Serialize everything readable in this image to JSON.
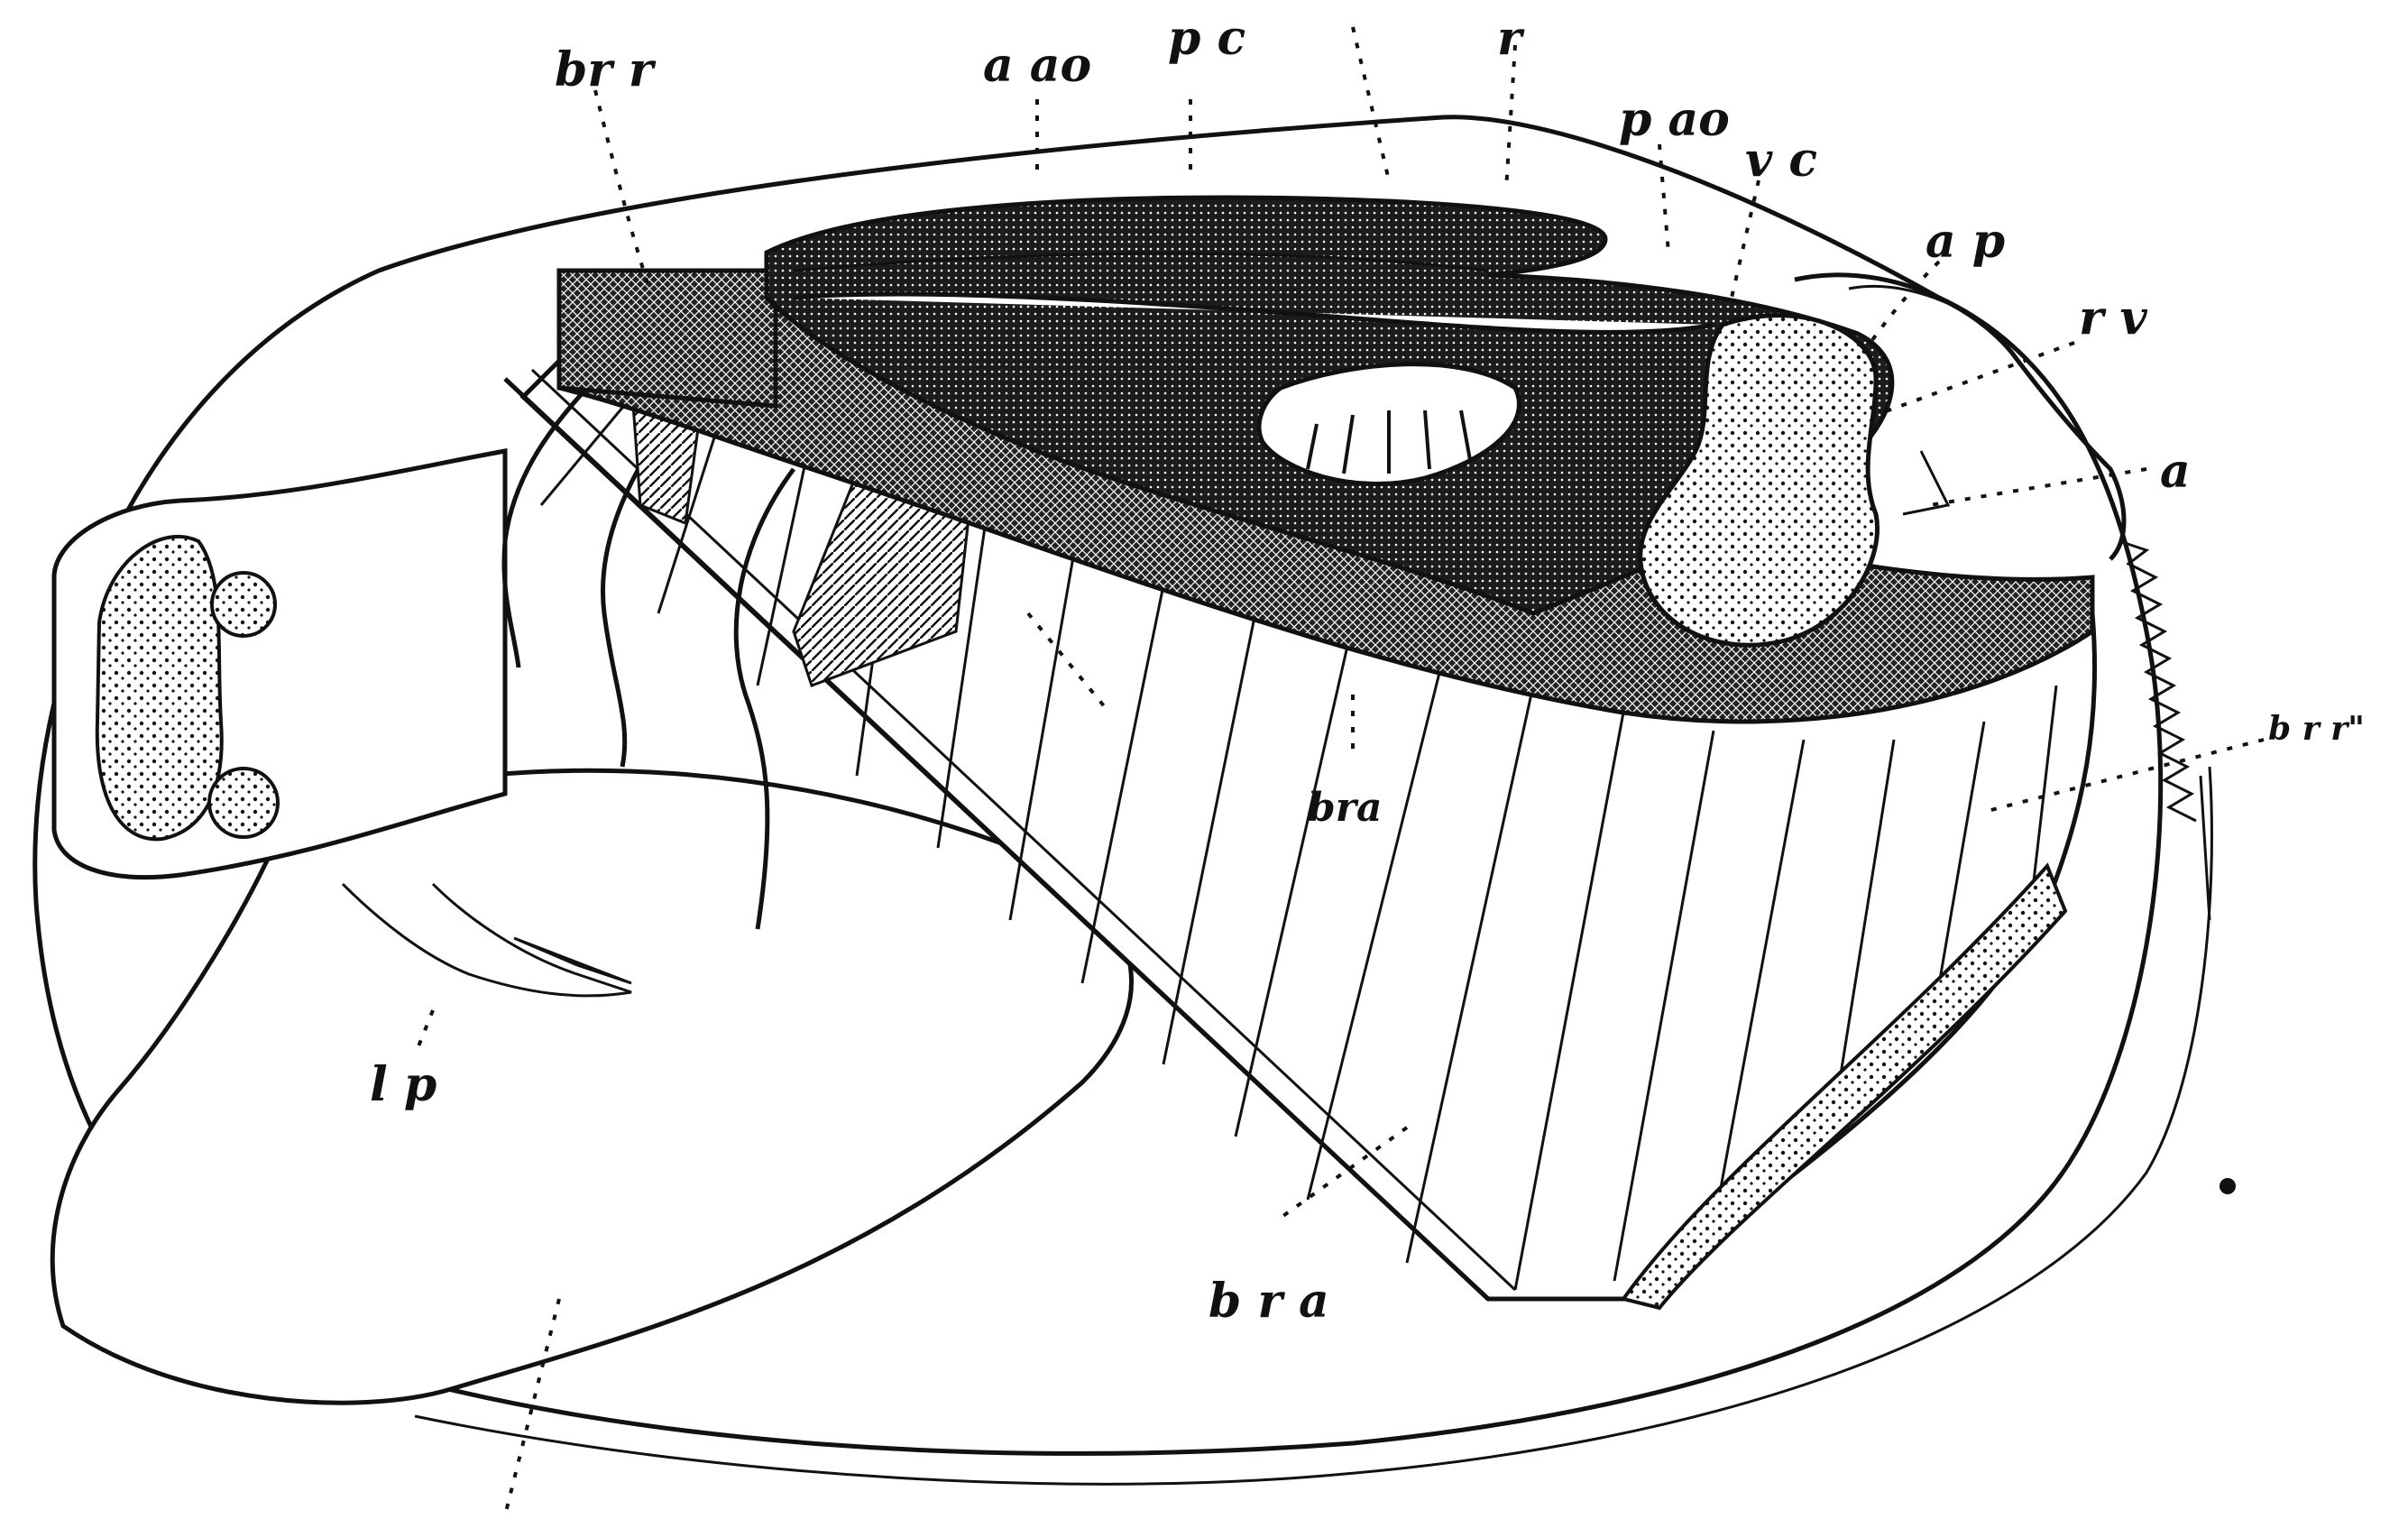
{
  "colors": {
    "ink": "#111111",
    "paper": "#ffffff",
    "dark_tissue": "#1c1c1c"
  },
  "labels": {
    "brr_top": "br r",
    "aao": "a ao",
    "pc": "p c",
    "r": "r",
    "pao": "p ao",
    "vc": "v c",
    "ap": "a p",
    "rv": "r v",
    "a": "a",
    "brr_right": "b r r\"",
    "bra_mid": "bra",
    "bra_bottom": "b r a",
    "lp": "l p"
  }
}
